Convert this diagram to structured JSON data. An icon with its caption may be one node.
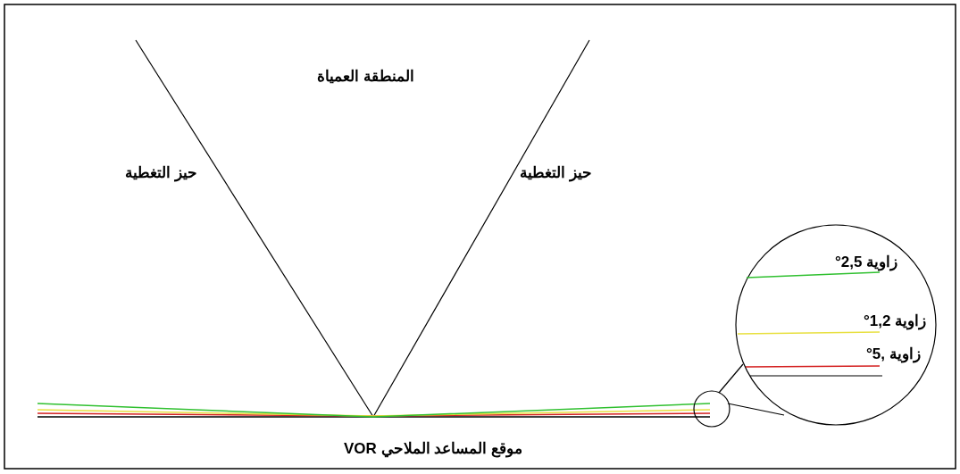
{
  "diagram": {
    "labels": [
      "المنطقة العمياة",
      "حيز التغطية",
      "حيز التغطية",
      "زاوية 2,5°",
      "زاوية 1,2°",
      "زاوية ,5°",
      "موقع المساعد الملاحي VOR"
    ]
  }
}
